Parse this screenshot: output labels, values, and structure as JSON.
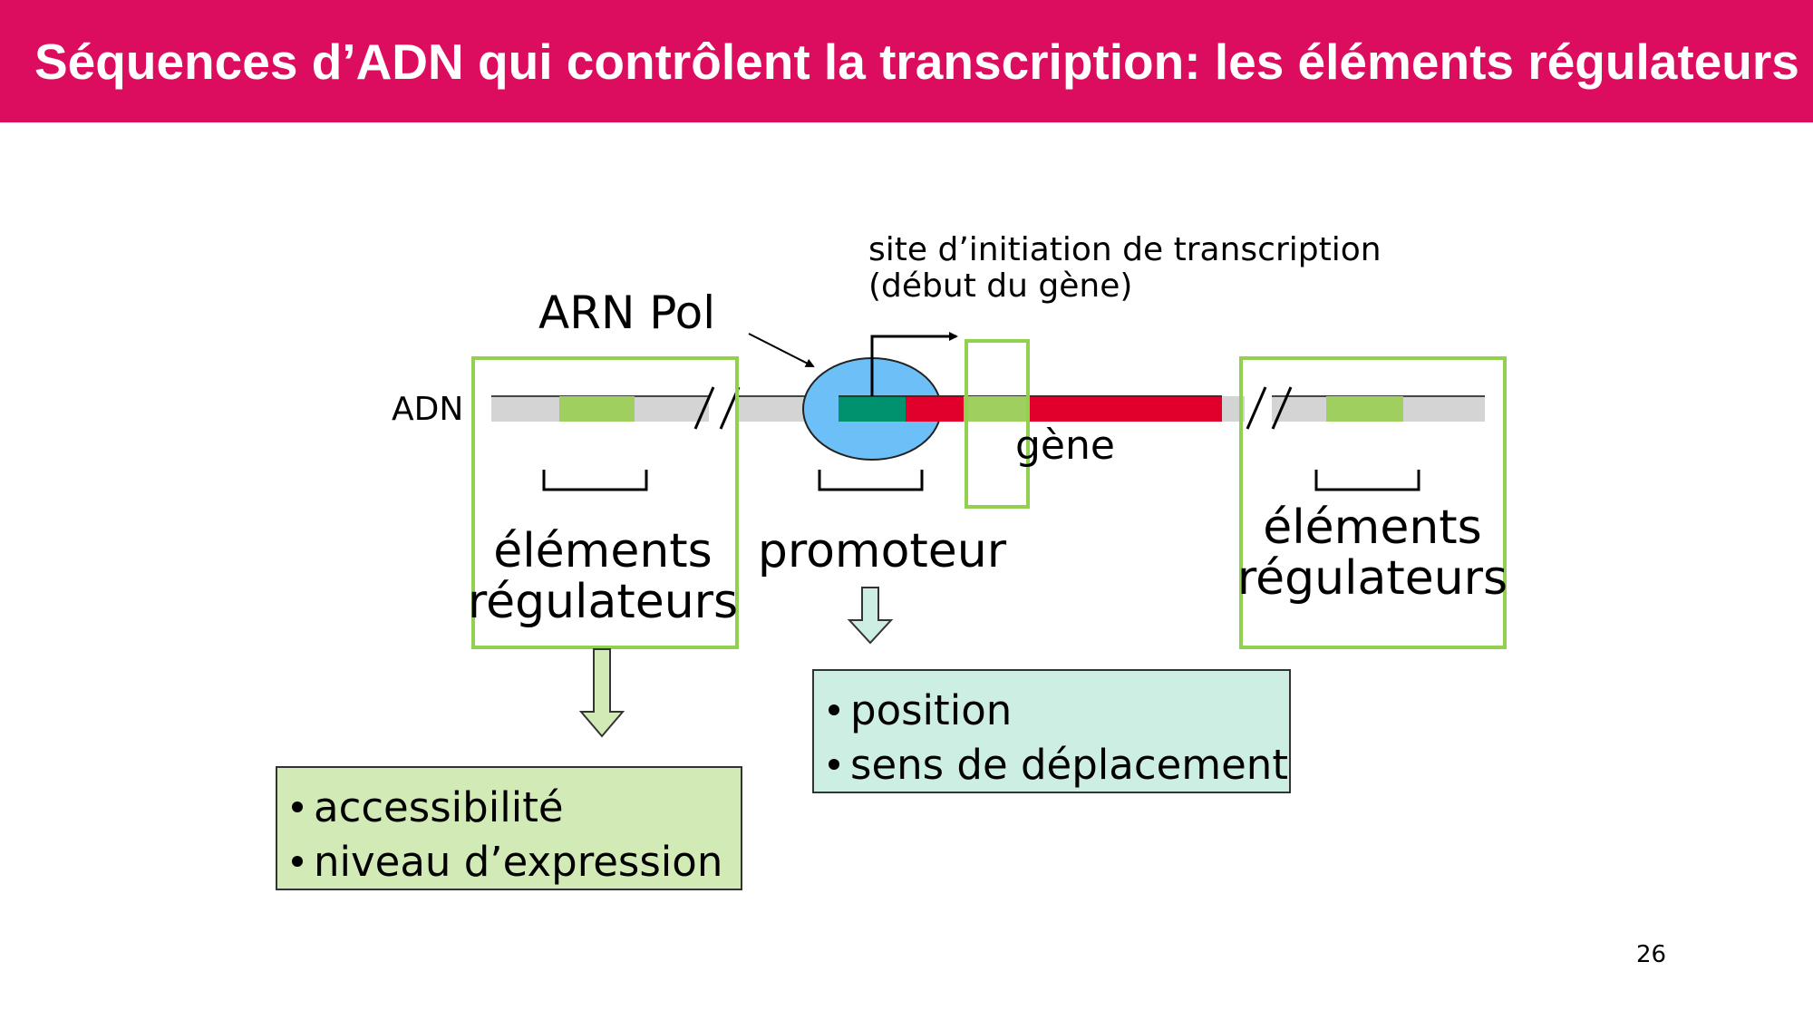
{
  "slide": {
    "title": "Séquences d’ADN qui contrôlent la transcription: les éléments régulateurs",
    "page_number": "26"
  },
  "diagram": {
    "dna_label": "ADN",
    "polymerase_label": "ARN Pol",
    "tss_label_line1": "site d’initiation de transcription",
    "tss_label_line2": "(début du gène)",
    "gene_label": "gène",
    "left_regulatory": {
      "line1": "éléments",
      "line2": "régulateurs"
    },
    "promoter_label": "promoteur",
    "right_regulatory": {
      "line1": "éléments",
      "line2": "régulateurs"
    },
    "regulatory_effects": [
      "accessibilité",
      "niveau d’expression"
    ],
    "promoter_effects": [
      "position",
      "sens de déplacement"
    ]
  },
  "colors": {
    "header": "#dc0c5f",
    "dna_gray": "#d4d4d4",
    "regulatory_green": "#9fd05f",
    "box_outline_green": "#92d050",
    "promoter_green": "#00916e",
    "gene_red": "#e1002c",
    "polymerase_blue": "#6cc0f7",
    "effects_green_bg": "#d2eab6",
    "effects_mint_bg": "#cdeee2"
  }
}
